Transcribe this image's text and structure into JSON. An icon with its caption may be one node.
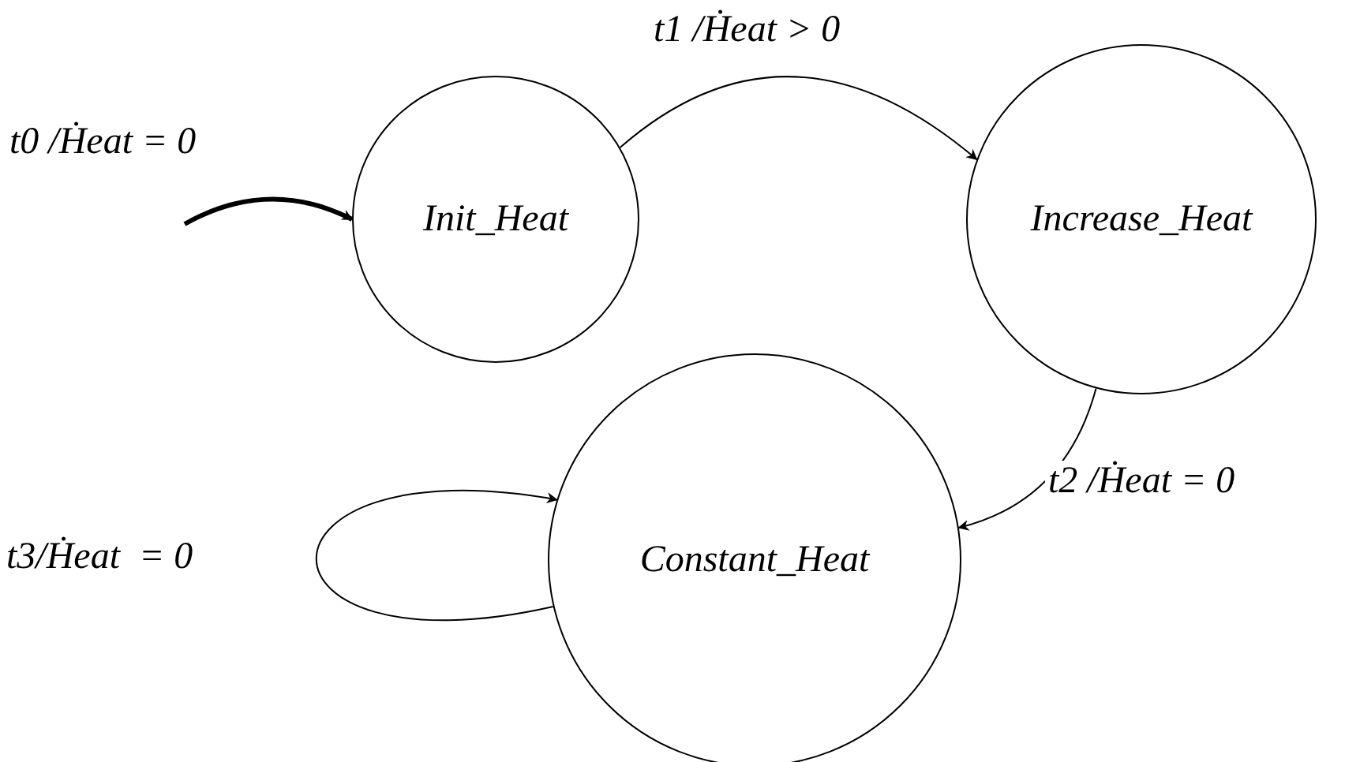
{
  "diagram": {
    "nodes": [
      {
        "text": [
          "Init_Heat"
        ]
      },
      {
        "text": [
          "Increase_Heat"
        ]
      },
      {
        "text": [
          "Constant_Heat"
        ]
      }
    ],
    "edges": [
      {
        "from": null,
        "to": 0,
        "arrow": "to",
        "label": "t0 /Ḣeat = 0",
        "style": "thick"
      },
      {
        "from": 0,
        "to": 1,
        "arrow": "to",
        "label": "t1 /Ḣeat > 0"
      },
      {
        "from": 1,
        "to": 2,
        "arrow": "to",
        "label": "t2 /Ḣeat = 0"
      },
      {
        "from": 2,
        "to": 2,
        "arrow": "to",
        "label": "t3/Ḣeat  = 0"
      }
    ]
  }
}
